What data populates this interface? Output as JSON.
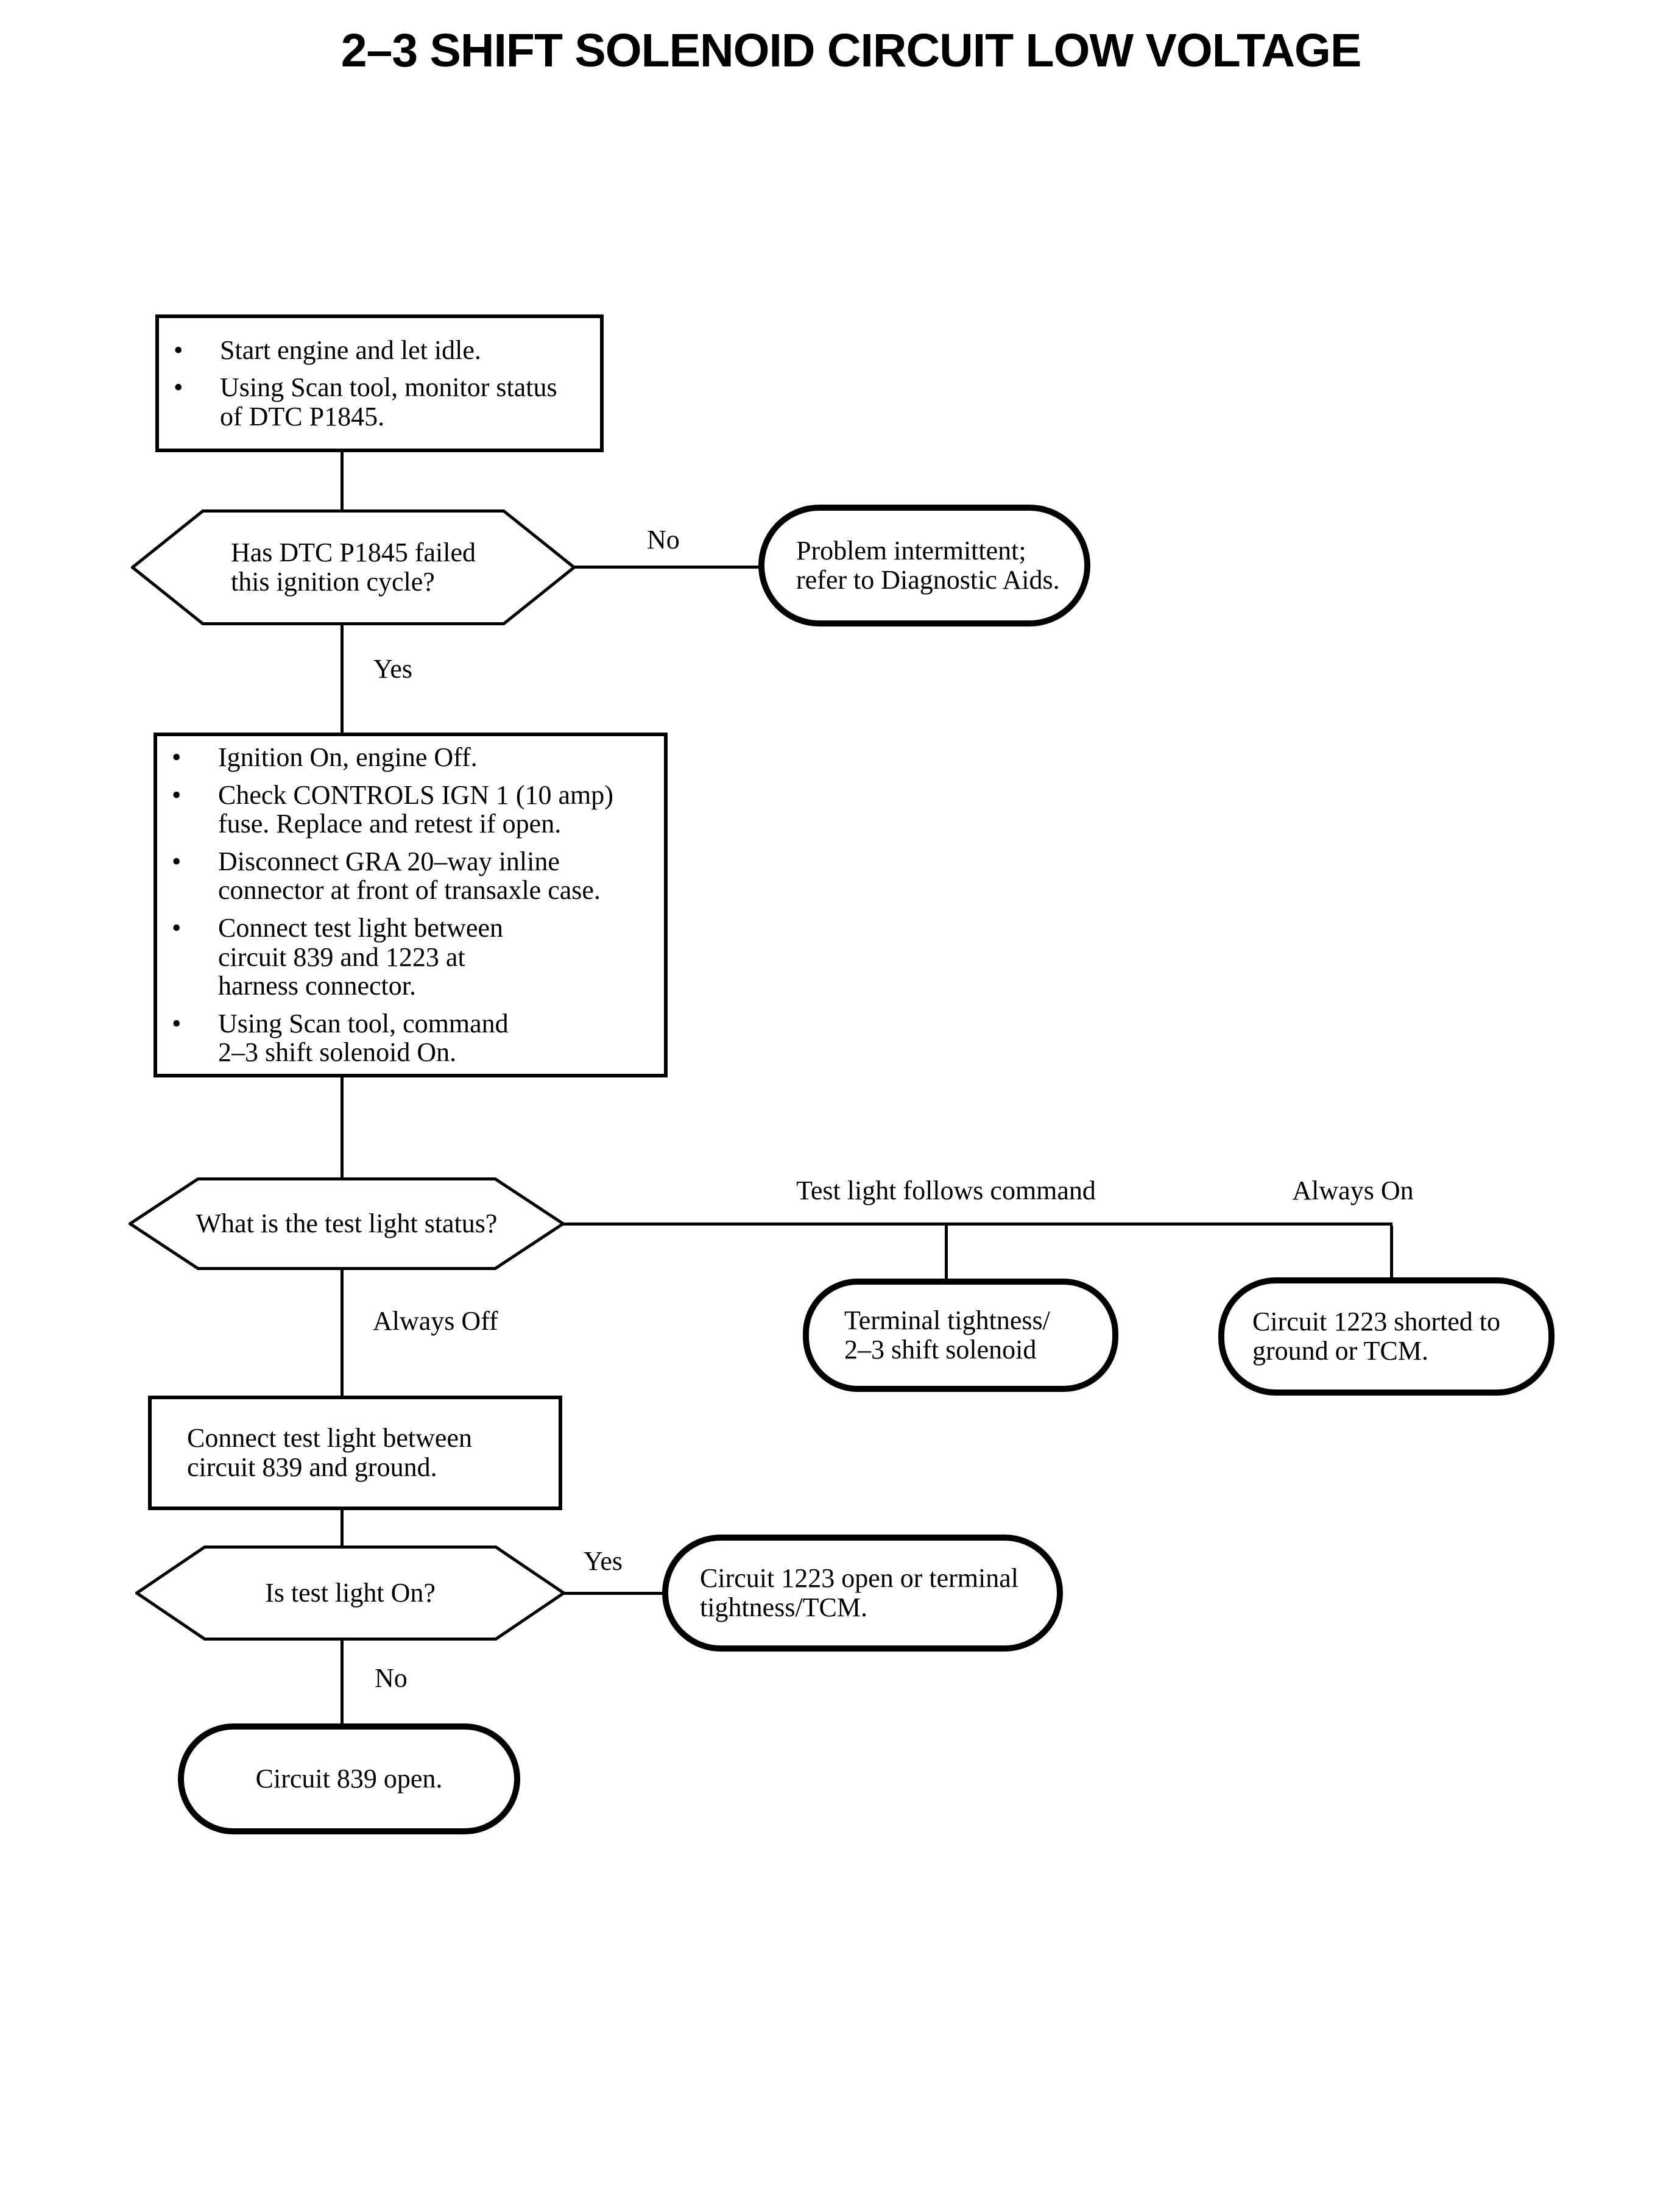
{
  "page": {
    "title": "2–3 SHIFT SOLENOID CIRCUIT LOW VOLTAGE",
    "bullet_glyph": "•",
    "colors": {
      "ink": "#000000",
      "paper": "#ffffff"
    }
  },
  "flowchart": {
    "step1": {
      "bullets": [
        "Start engine and let idle.",
        "Using Scan tool, monitor status\nof DTC P1845."
      ]
    },
    "decision1": {
      "question": "Has DTC P1845 failed\nthis ignition cycle?"
    },
    "edge_no1": "No",
    "result_intermittent": "Problem intermittent;\nrefer to Diagnostic Aids.",
    "edge_yes1": "Yes",
    "step2": {
      "bullets": [
        "Ignition On, engine Off.",
        "Check CONTROLS IGN 1 (10 amp)\nfuse. Replace and retest if open.",
        "Disconnect GRA 20–way inline\nconnector at front of transaxle case.",
        "Connect test light between\ncircuit 839 and 1223 at\nharness connector.",
        "Using Scan tool, command\n2–3 shift solenoid On."
      ]
    },
    "decision2": {
      "question": "What is the test light status?"
    },
    "edge_follows_command": "Test light follows command",
    "edge_always_on": "Always On",
    "edge_always_off": "Always Off",
    "result_terminal_tightness": "Terminal tightness/\n2–3 shift solenoid",
    "result_1223_shorted": "Circuit 1223 shorted to\nground or TCM.",
    "step3": {
      "text": "Connect test light between\ncircuit 839 and ground."
    },
    "decision3": {
      "question": "Is test light On?"
    },
    "edge_yes2": "Yes",
    "result_1223_open": "Circuit 1223 open or terminal\ntightness/TCM.",
    "edge_no2": "No",
    "result_839_open": "Circuit 839 open."
  }
}
